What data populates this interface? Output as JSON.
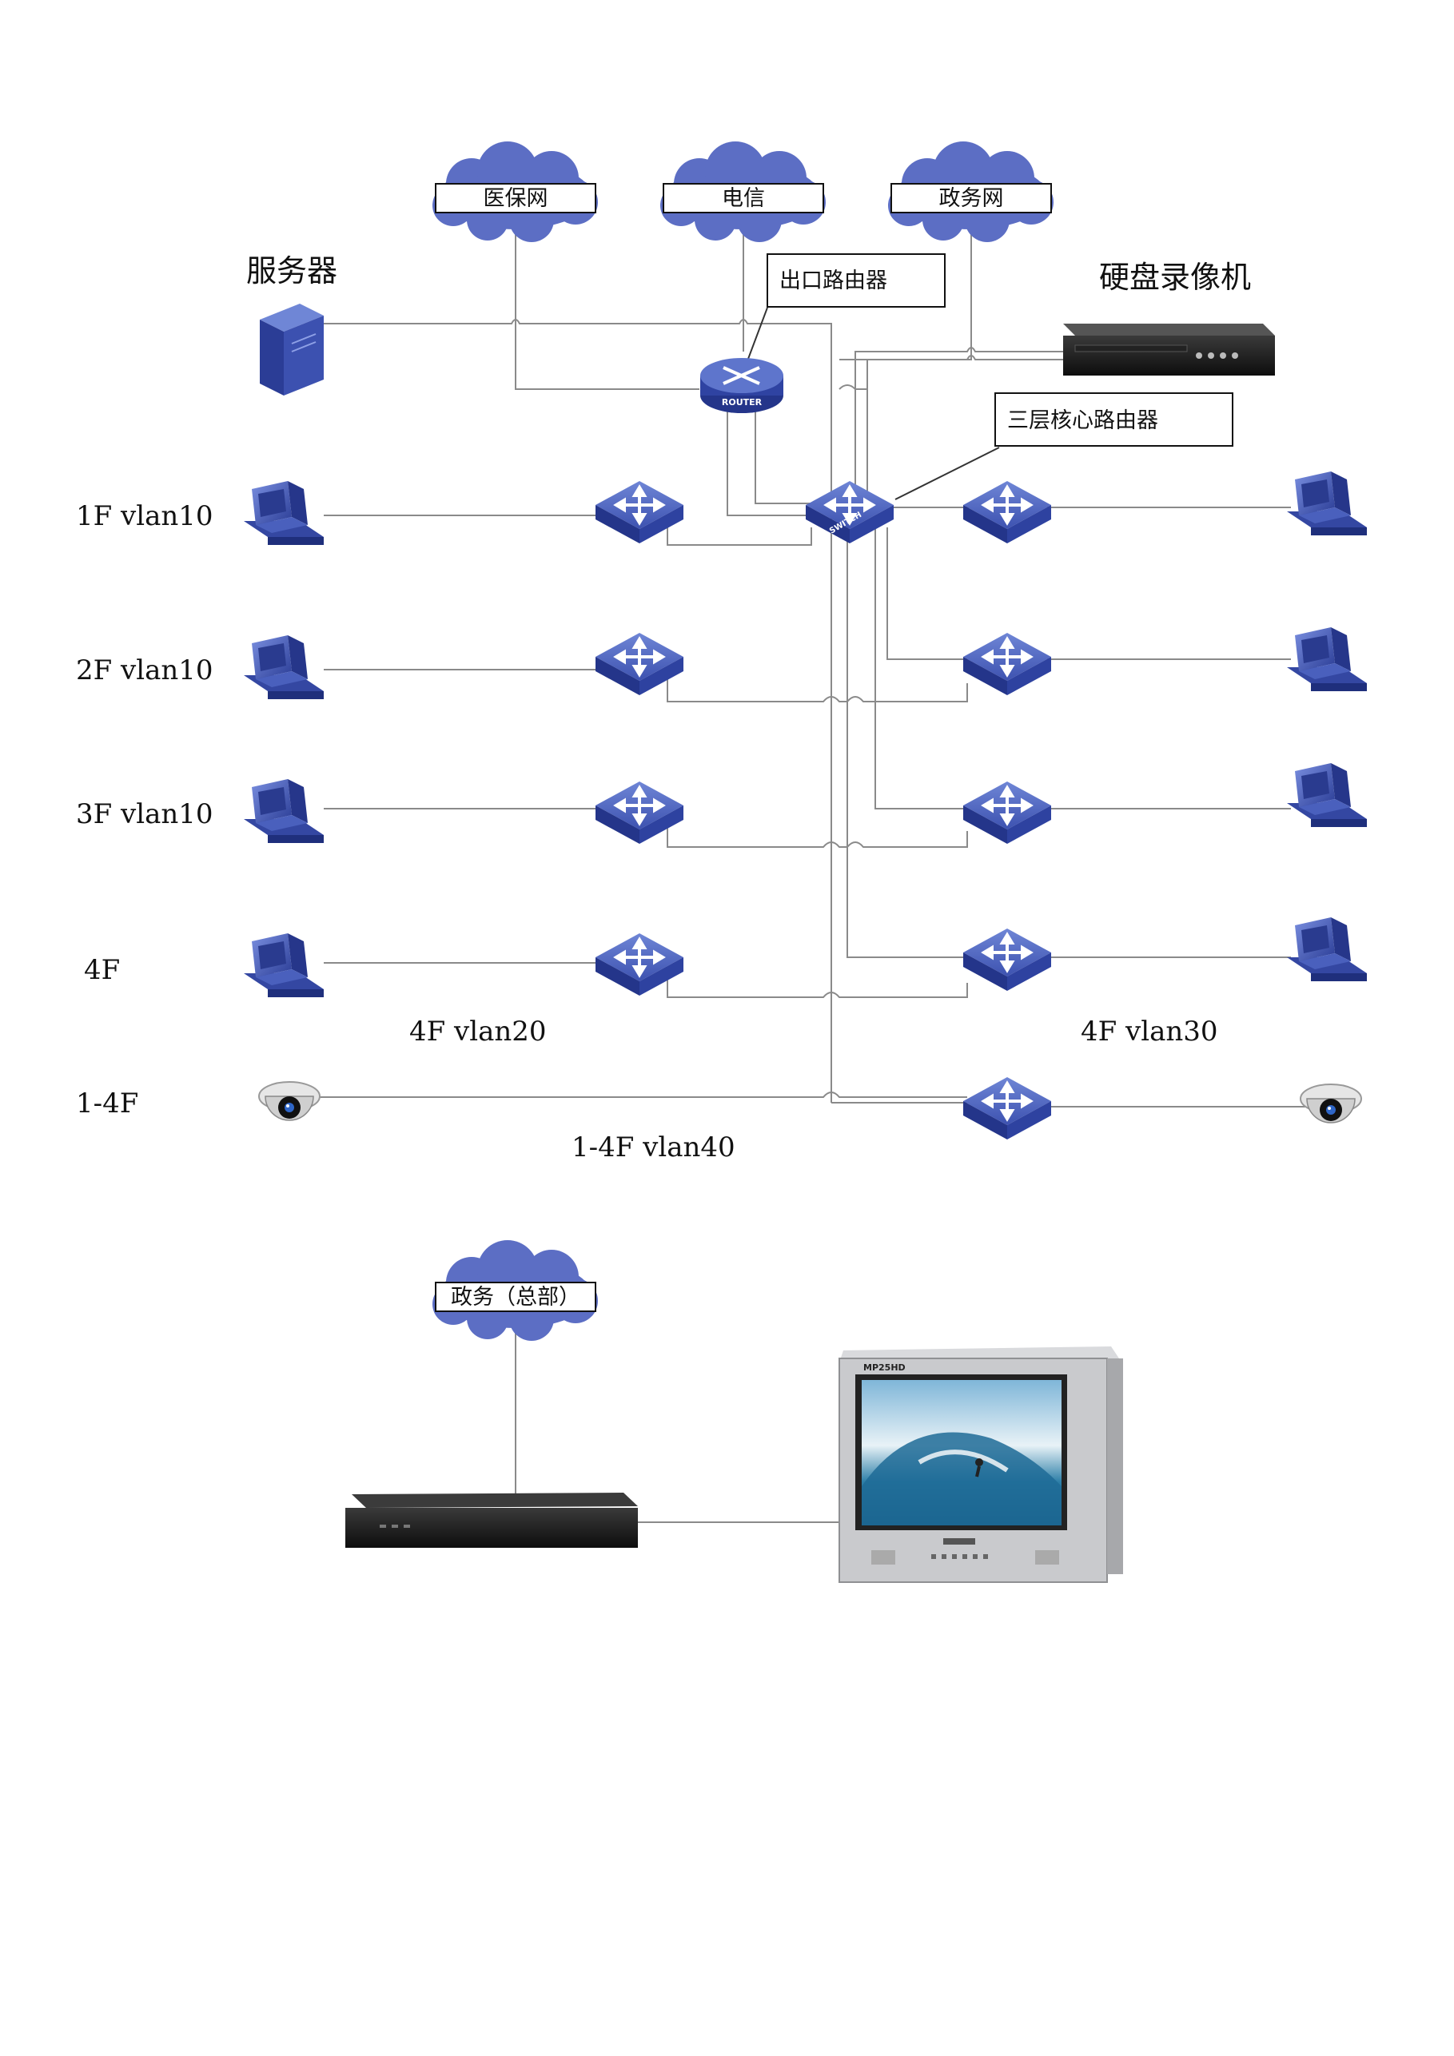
{
  "clouds": {
    "medical": "医保网",
    "telecom": "电信",
    "government": "政务网",
    "hq": "政务（总部）"
  },
  "labels": {
    "server": "服务器",
    "exit_router": "出口路由器",
    "nvr": "硬盘录像机",
    "core_router": "三层核心路由器"
  },
  "floors": {
    "f1": "1F vlan10",
    "f2": "2F vlan10",
    "f3": "3F vlan10",
    "f4": "4F",
    "cam": "1-4F"
  },
  "vlans": {
    "v20": "4F vlan20",
    "v30": "4F vlan30",
    "v40": "1-4F vlan40"
  },
  "device_text": {
    "router": "ROUTER",
    "switch": "SWITCH",
    "monitor_brand": "MP25HD"
  },
  "colors": {
    "device_blue": "#3a4fa8",
    "device_blue_light": "#6f86d6",
    "cloud": "#5c6ec4"
  }
}
